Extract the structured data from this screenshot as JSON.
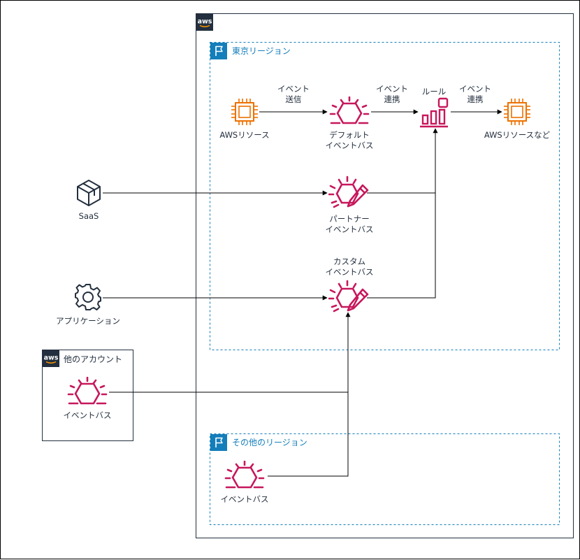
{
  "colors": {
    "outer_border": "#000000",
    "region": "#147eba",
    "orange": "#ed7100",
    "pink": "#c7175c",
    "dark": "#232f3e",
    "arrow": "#000000"
  },
  "aws_cloud": {
    "logo_text": "aws"
  },
  "tokyo_region": {
    "title": "東京リージョン"
  },
  "other_region": {
    "title": "その他のリージョン"
  },
  "other_account": {
    "title": "他のアカウント",
    "logo_text": "aws"
  },
  "nodes": {
    "aws_resource": {
      "label": "AWSリソース",
      "icon": "ec2-instance-icon"
    },
    "default_bus": {
      "label1": "デフォルト",
      "label2": "イベントバス",
      "icon": "eventbridge-event-bus-icon"
    },
    "rule": {
      "label": "ルール",
      "icon": "eventbridge-rule-icon"
    },
    "aws_targets": {
      "label": "AWSリソースなど",
      "icon": "ec2-instance-icon"
    },
    "saas": {
      "label": "SaaS",
      "icon": "cube-icon"
    },
    "partner_bus": {
      "label1": "パートナー",
      "label2": "イベントバス",
      "icon": "eventbridge-partner-bus-icon"
    },
    "custom_bus": {
      "label1": "カスタム",
      "label2": "イベントバス",
      "icon": "eventbridge-custom-bus-icon"
    },
    "application": {
      "label": "アプリケーション",
      "icon": "gear-icon"
    },
    "account_bus": {
      "label": "イベントバス",
      "icon": "eventbridge-event-bus-icon"
    },
    "region_bus": {
      "label": "イベントバス",
      "icon": "eventbridge-event-bus-icon"
    }
  },
  "edges": {
    "send": {
      "line1": "イベント",
      "line2": "送信"
    },
    "link1": {
      "line1": "イベント",
      "line2": "連携"
    },
    "link2": {
      "line1": "イベント",
      "line2": "連携"
    }
  }
}
